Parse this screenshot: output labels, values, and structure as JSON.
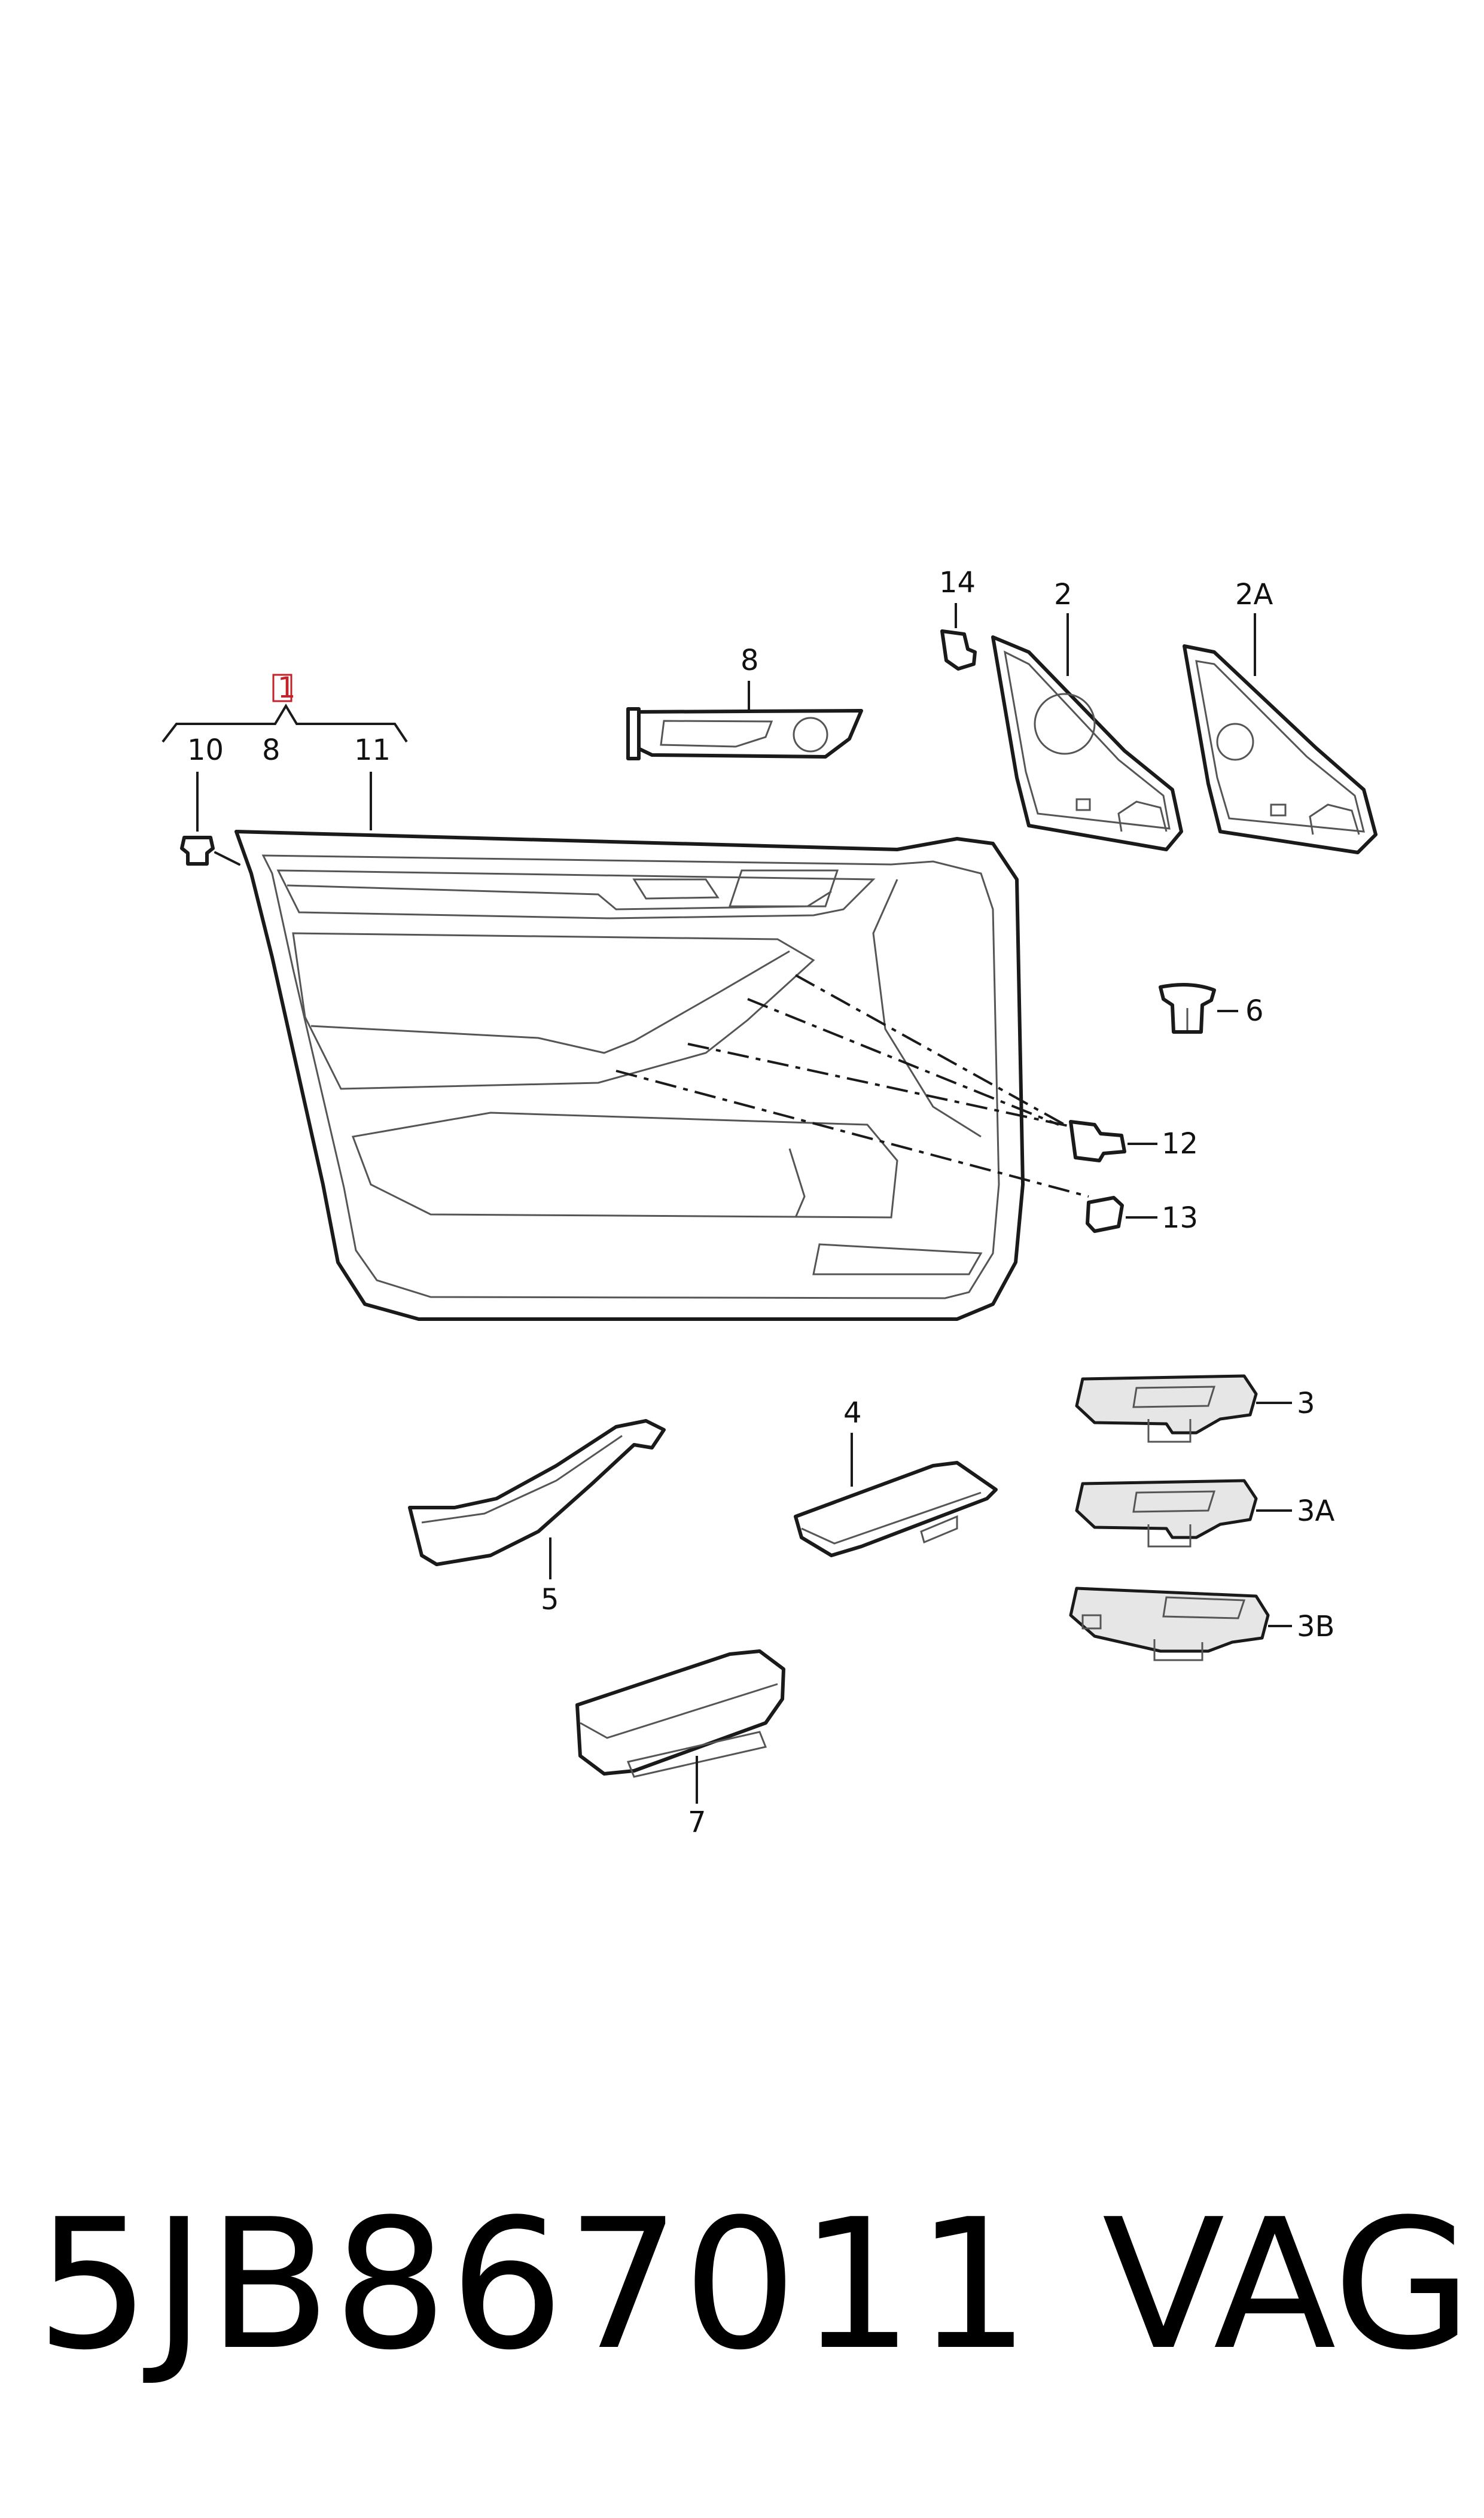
{
  "diagram": {
    "callouts": {
      "c1": "1",
      "c10": "10",
      "c8a": "8",
      "c11": "11",
      "c14": "14",
      "c2": "2",
      "c2A": "2A",
      "c8b": "8",
      "c6": "6",
      "c12": "12",
      "c13": "13",
      "c3": "3",
      "c3A": "3A",
      "c3B": "3B",
      "c4": "4",
      "c5": "5",
      "c7": "7"
    }
  },
  "footer": {
    "part_number": "5JB867011",
    "brand": "VAG"
  },
  "colors": {
    "line": "#1a1a1a",
    "highlight": "#c2232a",
    "background": "#ffffff"
  }
}
